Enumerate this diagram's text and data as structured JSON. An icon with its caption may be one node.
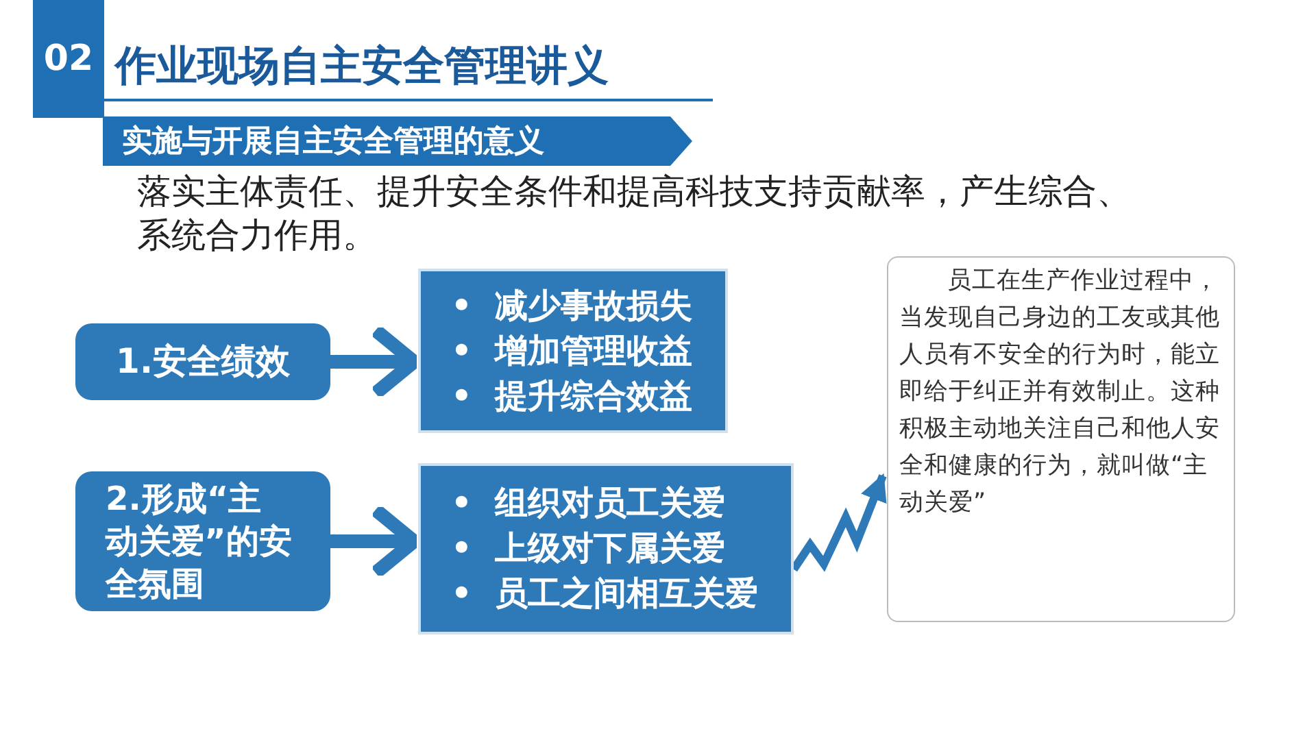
{
  "diagram": {
    "title": "作业现场自主安全管理讲义",
    "nodes": [
      {
        "text": [
          "实施与开展自主安全管理的意义"
        ]
      },
      {
        "text": [
          "1.安全绩效"
        ]
      },
      {
        "text": [
          "•  减少事故损失",
          "•  增加管理收益",
          "•  提升综合效益"
        ]
      },
      {
        "text": [
          "2.形成“主动关爱”的安全氛围"
        ]
      },
      {
        "text": [
          "•  组织对员工关爱",
          "•  上级对下属关爱",
          "•  员工之间相互关爱"
        ]
      },
      {
        "text": [
          "员工在生产作业过程中，当发现自己身边的工友或其他人员有不安全的行为时，能立即给于纠正并有效制止。这种积极主动地关注自己和他人安全和健康的行为，就叫做“主动关爱”"
        ]
      }
    ],
    "edges": [
      {
        "from": 1,
        "to": 2,
        "arrow": "to"
      },
      {
        "from": 3,
        "to": 4,
        "arrow": "to"
      },
      {
        "from": 4,
        "to": 5,
        "arrow": "to"
      }
    ],
    "labels": [
      "02",
      "落实主体责任、提升安全条件和提高科技支持贡献率，产生综合、系统合力作用。"
    ]
  }
}
